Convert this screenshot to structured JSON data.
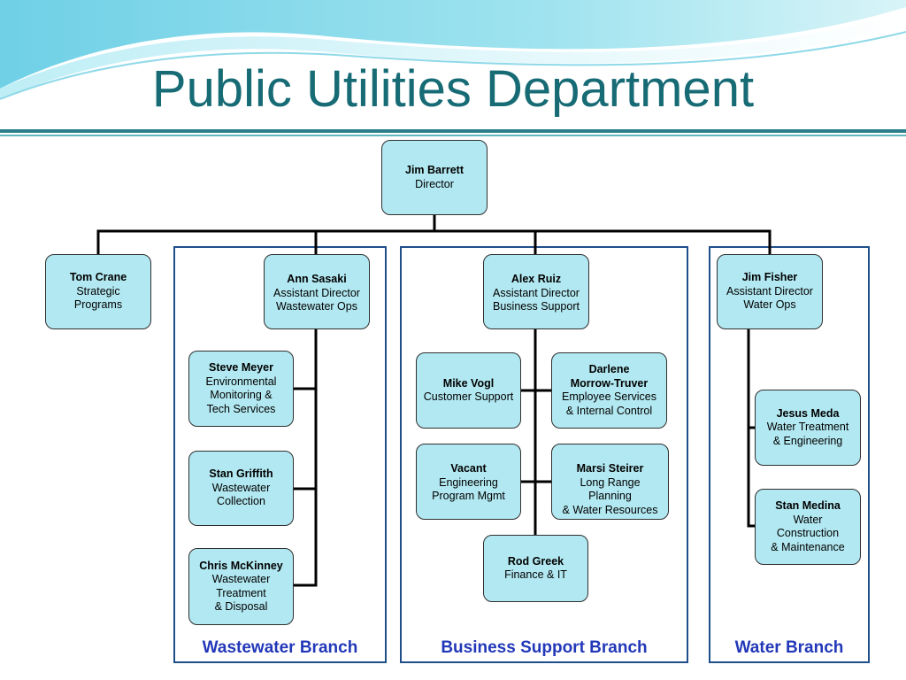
{
  "title": "Public Utilities Department",
  "colors": {
    "title": "#176b75",
    "node_fill": "#b2e8f1",
    "branch_label": "#2238b8",
    "frame": "#1f4f8a"
  },
  "director": {
    "name": "Jim Barrett",
    "role": "Director"
  },
  "strategic": {
    "name": "Tom Crane",
    "role": "Strategic Programs"
  },
  "wastewater": {
    "label": "Wastewater Branch",
    "head": {
      "name": "Ann Sasaki",
      "role_line1": "Assistant Director",
      "role_line2": "Wastewater Ops"
    },
    "members": [
      {
        "name": "Steve Meyer",
        "role_line1": "Environmental",
        "role_line2": "Monitoring &",
        "role_line3": "Tech Services"
      },
      {
        "name": "Stan Griffith",
        "role_line1": "Wastewater",
        "role_line2": "Collection"
      },
      {
        "name": "Chris McKinney",
        "role_line1": "Wastewater",
        "role_line2": "Treatment",
        "role_line3": "& Disposal"
      }
    ]
  },
  "business": {
    "label": "Business Support Branch",
    "head": {
      "name": "Alex Ruiz",
      "role_line1": "Assistant Director",
      "role_line2": "Business Support"
    },
    "members": [
      {
        "name": "Mike Vogl",
        "role_line1": "Customer Support"
      },
      {
        "name_line1": "Darlene",
        "name_line2": "Morrow-Truver",
        "role_line1": "Employee Services",
        "role_line2": "& Internal Control"
      },
      {
        "name": "Vacant",
        "role_line1": "Engineering",
        "role_line2": "Program Mgmt"
      },
      {
        "name": "Marsi Steirer",
        "role_line1": "Long Range Planning",
        "role_line2": "& Water Resources"
      },
      {
        "name": "Rod Greek",
        "role_line1": "Finance & IT"
      }
    ]
  },
  "water": {
    "label": "Water Branch",
    "head": {
      "name": "Jim Fisher",
      "role_line1": "Assistant Director",
      "role_line2": "Water Ops"
    },
    "members": [
      {
        "name": "Jesus Meda",
        "role_line1": "Water Treatment",
        "role_line2": "& Engineering"
      },
      {
        "name": "Stan Medina",
        "role_line1": "Water Construction",
        "role_line2": "& Maintenance"
      }
    ]
  }
}
